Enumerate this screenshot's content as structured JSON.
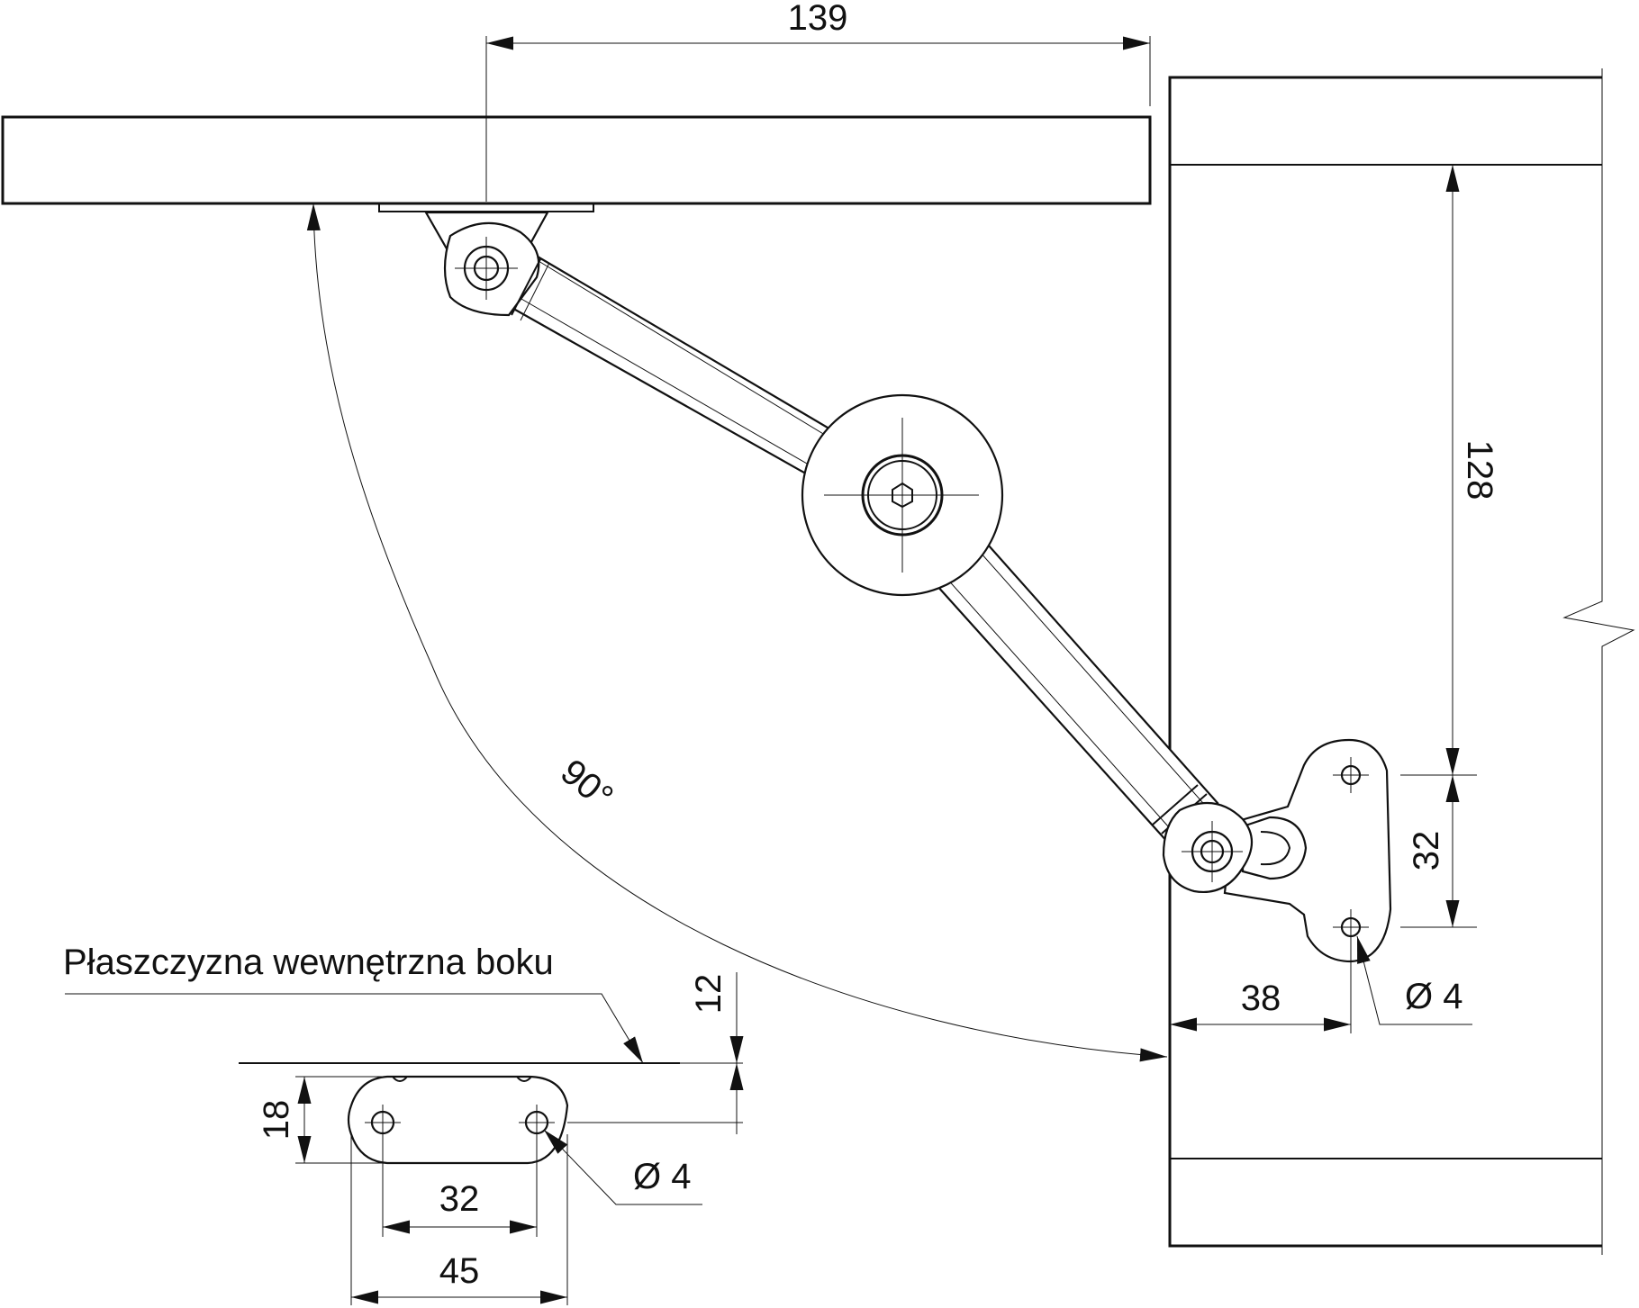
{
  "dimensions": {
    "top_width": "139",
    "vertical_span": "128",
    "hole_spacing_side": "32",
    "offset_side": "38",
    "hole_diameter_side": "Ø 4",
    "offset_plane": "12",
    "plate_height": "18",
    "plate_hole_spacing": "32",
    "plate_width": "45",
    "hole_diameter_plate": "Ø 4",
    "angle": "90°"
  },
  "notes": {
    "inner_plane_label": "Płaszczyzna wewnętrzna boku"
  }
}
